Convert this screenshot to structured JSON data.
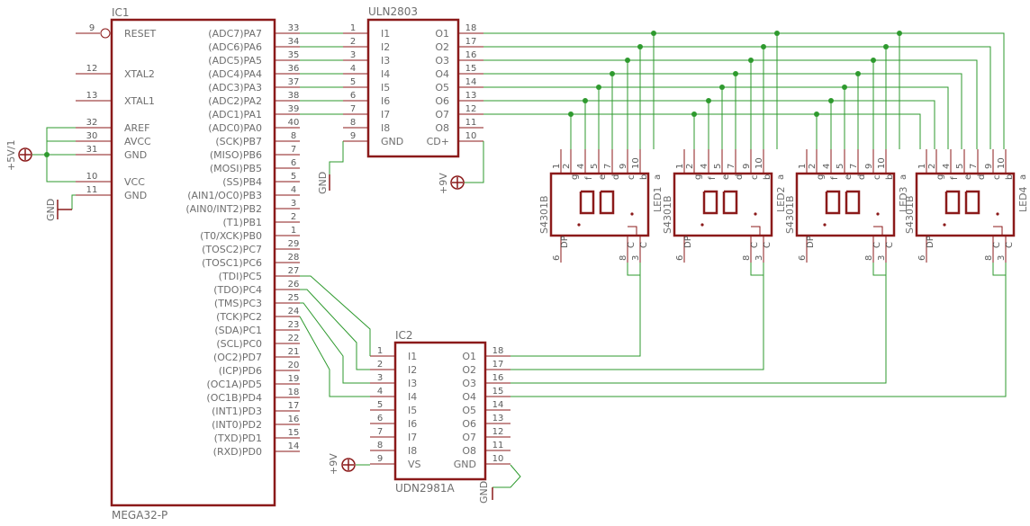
{
  "ic1": {
    "name": "IC1",
    "value": "MEGA32-P",
    "left": [
      {
        "pin": "9",
        "label": "RESET"
      },
      {
        "pin": "12",
        "label": "XTAL2"
      },
      {
        "pin": "13",
        "label": "XTAL1"
      },
      {
        "pin": "32",
        "label": "AREF"
      },
      {
        "pin": "30",
        "label": "AVCC"
      },
      {
        "pin": "31",
        "label": "GND"
      },
      {
        "pin": "10",
        "label": "VCC"
      },
      {
        "pin": "11",
        "label": "GND"
      }
    ],
    "right": [
      {
        "pin": "33",
        "label": "(ADC7)PA7"
      },
      {
        "pin": "34",
        "label": "(ADC6)PA6"
      },
      {
        "pin": "35",
        "label": "(ADC5)PA5"
      },
      {
        "pin": "36",
        "label": "(ADC4)PA4"
      },
      {
        "pin": "37",
        "label": "(ADC3)PA3"
      },
      {
        "pin": "38",
        "label": "(ADC2)PA2"
      },
      {
        "pin": "39",
        "label": "(ADC1)PA1"
      },
      {
        "pin": "40",
        "label": "(ADC0)PA0"
      },
      {
        "pin": "8",
        "label": "(SCK)PB7"
      },
      {
        "pin": "7",
        "label": "(MISO)PB6"
      },
      {
        "pin": "6",
        "label": "(MOSI)PB5"
      },
      {
        "pin": "5",
        "label": "(SS)PB4"
      },
      {
        "pin": "4",
        "label": "(AIN1/OC0)PB3"
      },
      {
        "pin": "3",
        "label": "(AIN0/INT2)PB2"
      },
      {
        "pin": "2",
        "label": "(T1)PB1"
      },
      {
        "pin": "1",
        "label": "(T0/XCK)PB0"
      },
      {
        "pin": "29",
        "label": "(TOSC2)PC7"
      },
      {
        "pin": "28",
        "label": "(TOSC1)PC6"
      },
      {
        "pin": "27",
        "label": "(TDI)PC5"
      },
      {
        "pin": "26",
        "label": "(TDO)PC4"
      },
      {
        "pin": "25",
        "label": "(TMS)PC3"
      },
      {
        "pin": "24",
        "label": "(TCK)PC2"
      },
      {
        "pin": "23",
        "label": "(SDA)PC1"
      },
      {
        "pin": "22",
        "label": "(SCL)PC0"
      },
      {
        "pin": "21",
        "label": "(OC2)PD7"
      },
      {
        "pin": "20",
        "label": "(ICP)PD6"
      },
      {
        "pin": "19",
        "label": "(OC1A)PD5"
      },
      {
        "pin": "18",
        "label": "(OC1B)PD4"
      },
      {
        "pin": "17",
        "label": "(INT1)PD3"
      },
      {
        "pin": "16",
        "label": "(INT0)PD2"
      },
      {
        "pin": "15",
        "label": "(TXD)PD1"
      },
      {
        "pin": "14",
        "label": "(RXD)PD0"
      }
    ]
  },
  "uln": {
    "name": "ULN2803",
    "left": [
      {
        "pin": "1",
        "label": "I1"
      },
      {
        "pin": "2",
        "label": "I2"
      },
      {
        "pin": "3",
        "label": "I3"
      },
      {
        "pin": "4",
        "label": "I4"
      },
      {
        "pin": "5",
        "label": "I5"
      },
      {
        "pin": "6",
        "label": "I6"
      },
      {
        "pin": "7",
        "label": "I7"
      },
      {
        "pin": "8",
        "label": "I8"
      },
      {
        "pin": "9",
        "label": "GND"
      }
    ],
    "right": [
      {
        "pin": "18",
        "label": "O1"
      },
      {
        "pin": "17",
        "label": "O2"
      },
      {
        "pin": "16",
        "label": "O3"
      },
      {
        "pin": "15",
        "label": "O4"
      },
      {
        "pin": "14",
        "label": "O5"
      },
      {
        "pin": "13",
        "label": "O6"
      },
      {
        "pin": "12",
        "label": "O7"
      },
      {
        "pin": "11",
        "label": "O8"
      },
      {
        "pin": "10",
        "label": "CD+"
      }
    ]
  },
  "udn": {
    "name": "IC2",
    "value": "UDN2981A",
    "left": [
      {
        "pin": "1",
        "label": "I1"
      },
      {
        "pin": "2",
        "label": "I2"
      },
      {
        "pin": "3",
        "label": "I3"
      },
      {
        "pin": "4",
        "label": "I4"
      },
      {
        "pin": "5",
        "label": "I5"
      },
      {
        "pin": "6",
        "label": "I6"
      },
      {
        "pin": "7",
        "label": "I7"
      },
      {
        "pin": "8",
        "label": "I8"
      },
      {
        "pin": "9",
        "label": "VS"
      }
    ],
    "right": [
      {
        "pin": "18",
        "label": "O1"
      },
      {
        "pin": "17",
        "label": "O2"
      },
      {
        "pin": "16",
        "label": "O3"
      },
      {
        "pin": "15",
        "label": "O4"
      },
      {
        "pin": "14",
        "label": "O5"
      },
      {
        "pin": "13",
        "label": "O6"
      },
      {
        "pin": "12",
        "label": "O7"
      },
      {
        "pin": "11",
        "label": "O8"
      },
      {
        "pin": "10",
        "label": "GND"
      }
    ]
  },
  "leds": [
    {
      "name": "LED1",
      "value": "S4301B"
    },
    {
      "name": "LED2",
      "value": "S4301B"
    },
    {
      "name": "LED3",
      "value": "S4301B"
    },
    {
      "name": "LED4",
      "value": "S4301B"
    }
  ],
  "led_pins": {
    "top": [
      {
        "pin": "1",
        "seg": ""
      },
      {
        "pin": "2",
        "seg": "g"
      },
      {
        "pin": "4",
        "seg": "f"
      },
      {
        "pin": "5",
        "seg": "e"
      },
      {
        "pin": "7",
        "seg": "d"
      },
      {
        "pin": "9",
        "seg": "c"
      },
      {
        "pin": "10",
        "seg": "b"
      },
      {
        "pin": "",
        "seg": "a"
      }
    ],
    "bottom": [
      {
        "pin": "6",
        "seg": "DP"
      },
      {
        "pin": "8",
        "seg": "C"
      },
      {
        "pin": "3",
        "seg": "C"
      }
    ]
  },
  "supplies": {
    "vcc5": "+5V/1",
    "v9a": "+9V",
    "v9b": "+9V",
    "gnd1": "GND",
    "gnd2": "GND",
    "gnd3": "GND"
  }
}
